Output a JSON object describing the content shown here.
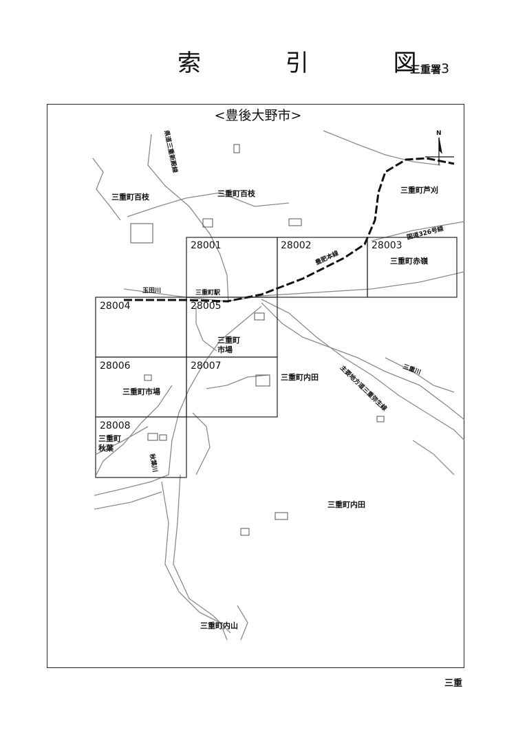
{
  "header": {
    "title": "索 引 図",
    "station_code_prefix": "三重署",
    "station_code_number": "3"
  },
  "map": {
    "city_name": "<豊後大野市>",
    "north_label": "N",
    "grid_cells": [
      {
        "id": "28001"
      },
      {
        "id": "28002"
      },
      {
        "id": "28003"
      },
      {
        "id": "28004"
      },
      {
        "id": "28005"
      },
      {
        "id": "28006"
      },
      {
        "id": "28007"
      },
      {
        "id": "28008"
      }
    ],
    "place_labels": [
      {
        "text": "三重町百枝"
      },
      {
        "text": "三重町百枝"
      },
      {
        "text": "三重町芦刈"
      },
      {
        "text": "三重町赤嶺"
      },
      {
        "text": "三重町駅"
      },
      {
        "text": "三重町"
      },
      {
        "text": "市場"
      },
      {
        "text": "三重町市場"
      },
      {
        "text": "三重町内田"
      },
      {
        "text": "三重町"
      },
      {
        "text": "秋葉"
      },
      {
        "text": "三重町内田"
      },
      {
        "text": "三重町内山"
      }
    ],
    "route_labels": [
      {
        "text": "県道三重新殿線"
      },
      {
        "text": "豊肥本線"
      },
      {
        "text": "国道326号線"
      },
      {
        "text": "玉田川"
      },
      {
        "text": "三重川"
      },
      {
        "text": "主要地方道三重弥生線"
      },
      {
        "text": "秋葉川"
      }
    ]
  },
  "footer": {
    "label": "三重"
  },
  "colors": {
    "grid_line": "#222222",
    "road": "#8a8a8a",
    "rail": "#111111",
    "background": "#ffffff"
  }
}
